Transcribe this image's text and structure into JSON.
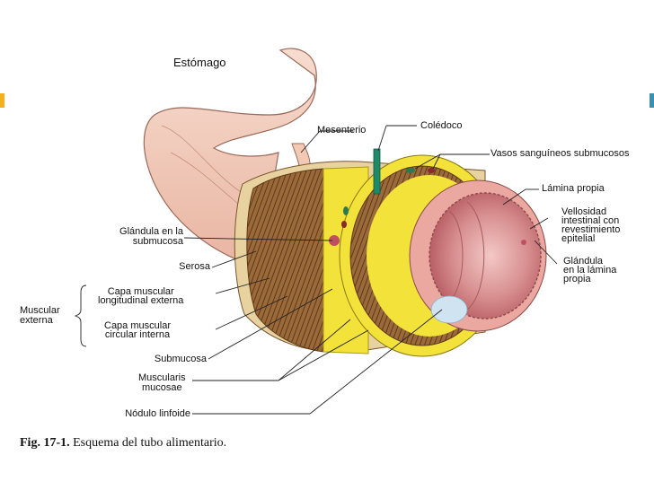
{
  "figure": {
    "labels": {
      "estomago": "Estómago",
      "mesenterio": "Mesenterio",
      "coledoco": "Colédoco",
      "vasos": "Vasos sanguíneos submucosos",
      "lamina_propia": "Lámina propia",
      "vellosidad": [
        "Vellosidad",
        "intestinal con",
        "revestimiento",
        "epitelial"
      ],
      "glandula_lamina": [
        "Glándula",
        "en la lámina",
        "propia"
      ],
      "glandula_submucosa": [
        "Glándula en la",
        "submucosa"
      ],
      "serosa": "Serosa",
      "muscular_externa": [
        "Muscular",
        "externa"
      ],
      "capa_longitudinal": [
        "Capa muscular",
        "longitudinal externa"
      ],
      "capa_circular": [
        "Capa muscular",
        "circular interna"
      ],
      "submucosa": "Submucosa",
      "muscularis_mucosae": [
        "Muscularis",
        "mucosae"
      ],
      "nodulo_linfoide": "Nódulo linfoide"
    },
    "caption": {
      "number": "Fig. 17-1.",
      "text": " Esquema del tubo alimentario."
    },
    "colors": {
      "stomach": "#f2c9b8",
      "serosa": "#e8d2a0",
      "muscle": "#8a5a30",
      "submucosa": "#f2e23a",
      "mucosa": "#e9a8a0",
      "lumen": "#c56f72",
      "bile_duct": "#1f8a6a",
      "left_marker": "#f3b11e",
      "right_marker": "#3a8fb3"
    }
  }
}
